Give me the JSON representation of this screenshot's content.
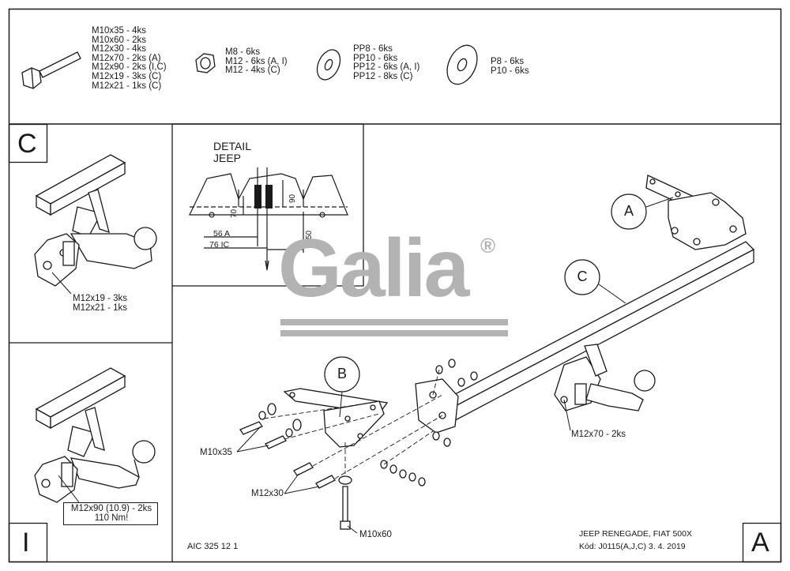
{
  "parts_header": {
    "bolts": [
      "M10x35 - 4ks",
      "M10x60 - 2ks",
      "M12x30 - 4ks",
      "M12x70 - 2ks (A)",
      "M12x90 - 2ks (I,C)",
      "M12x19 - 3ks (C)",
      "M12x21 - 1ks (C)"
    ],
    "nuts": [
      "M8 - 6ks",
      "M12 - 6ks (A, I)",
      "M12 - 4ks (C)"
    ],
    "washers_pp": [
      "PP8 - 6ks",
      "PP10 - 6ks",
      "PP12 - 6ks (A, I)",
      "PP12 - 8ks (C)"
    ],
    "washers_p": [
      "P8 - 6ks",
      "P10 - 6ks"
    ]
  },
  "variant_c": {
    "letter": "C",
    "bolts": [
      "M12x19 - 3ks",
      "M12x21 - 1ks"
    ]
  },
  "variant_i": {
    "letter": "I",
    "bolt_line1": "M12x90 (10.9) - 2ks",
    "bolt_line2": "110 Nm!"
  },
  "detail": {
    "title_line1": "DETAIL",
    "title_line2": "JEEP",
    "dim_56a": "56 A",
    "dim_76ic": "76 IC",
    "dim_70": "70",
    "dim_90": "90",
    "dim_50": "50"
  },
  "main": {
    "callout_a": "A",
    "callout_b": "B",
    "callout_c": "C",
    "label_m12x70": "M12x70 - 2ks",
    "label_m10x35": "M10x35",
    "label_m12x30": "M12x30",
    "label_m10x60": "M10x60",
    "variant_letter": "A"
  },
  "footer": {
    "drawing_code": "AIC 325 12 1",
    "vehicle": "JEEP RENEGADE, FIAT 500X",
    "code_date": "Kód: J0115(A,J,C)  3. 4. 2019"
  },
  "logo": {
    "text": "Galia",
    "mark": "®"
  },
  "colors": {
    "line": "#1a1a1a",
    "logo": "#b3b3b3",
    "background": "#ffffff"
  }
}
